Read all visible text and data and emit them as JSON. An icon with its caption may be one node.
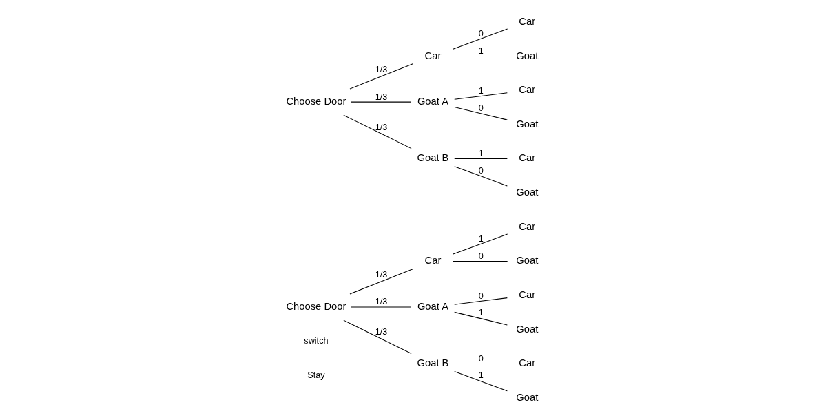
{
  "diagram": {
    "nodes": [
      {
        "text": [
          "Choose Door"
        ]
      },
      {
        "text": [
          "Car"
        ]
      },
      {
        "text": [
          "Goat A"
        ]
      },
      {
        "text": [
          "Goat B"
        ]
      },
      {
        "text": [
          "Car"
        ]
      },
      {
        "text": [
          "Goat"
        ]
      },
      {
        "text": [
          "Car"
        ]
      },
      {
        "text": [
          "Goat"
        ]
      },
      {
        "text": [
          "Car"
        ]
      },
      {
        "text": [
          "Goat"
        ]
      },
      {
        "text": [
          "Choose Door"
        ]
      },
      {
        "text": [
          "Car"
        ]
      },
      {
        "text": [
          "Goat A"
        ]
      },
      {
        "text": [
          "Goat B"
        ]
      },
      {
        "text": [
          "Car"
        ]
      },
      {
        "text": [
          "Goat"
        ]
      },
      {
        "text": [
          "Car"
        ]
      },
      {
        "text": [
          "Goat"
        ]
      },
      {
        "text": [
          "Car"
        ]
      },
      {
        "text": [
          "Goat"
        ]
      }
    ],
    "edges": [
      {
        "from": 0,
        "to": 1,
        "arrow": "none",
        "label": "1/3"
      },
      {
        "from": 0,
        "to": 2,
        "arrow": "none",
        "label": "1/3"
      },
      {
        "from": 0,
        "to": 3,
        "arrow": "none",
        "label": "1/3"
      },
      {
        "from": 1,
        "to": 4,
        "arrow": "none",
        "label": "1"
      },
      {
        "from": 1,
        "to": 5,
        "arrow": "none",
        "label": "0"
      },
      {
        "from": 2,
        "to": 6,
        "arrow": "none",
        "label": "0"
      },
      {
        "from": 2,
        "to": 7,
        "arrow": "none",
        "label": "1"
      },
      {
        "from": 3,
        "to": 8,
        "arrow": "none",
        "label": "0"
      },
      {
        "from": 3,
        "to": 9,
        "arrow": "none",
        "label": "1"
      },
      {
        "from": 10,
        "to": 11,
        "arrow": "none",
        "label": "1/3"
      },
      {
        "from": 10,
        "to": 12,
        "arrow": "none",
        "label": "1/3"
      },
      {
        "from": 10,
        "to": 13,
        "arrow": "none",
        "label": "1/3"
      },
      {
        "from": 11,
        "to": 14,
        "arrow": "none",
        "label": "0"
      },
      {
        "from": 11,
        "to": 15,
        "arrow": "none",
        "label": "1"
      },
      {
        "from": 12,
        "to": 16,
        "arrow": "none",
        "label": "1"
      },
      {
        "from": 12,
        "to": 17,
        "arrow": "none",
        "label": "0"
      },
      {
        "from": 13,
        "to": 18,
        "arrow": "none",
        "label": "1"
      },
      {
        "from": 13,
        "to": 19,
        "arrow": "none",
        "label": "0"
      }
    ],
    "labels": [
      "Stay",
      "switch"
    ]
  }
}
